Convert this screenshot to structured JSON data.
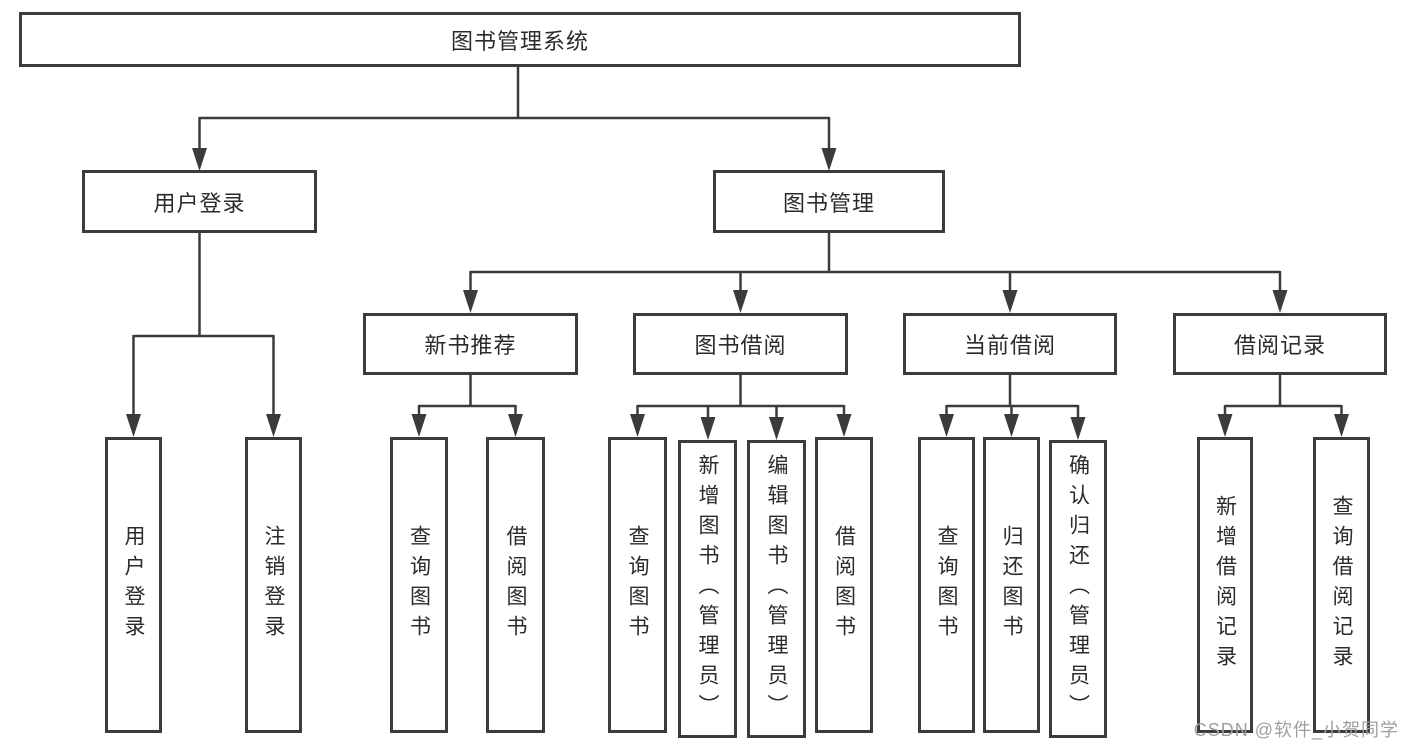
{
  "colors": {
    "line": "#3b3b3b",
    "text": "#2b2b2b",
    "watermark": "#9e9e9e",
    "background": "#ffffff"
  },
  "diagram": {
    "root": {
      "label": "图书管理系统"
    },
    "level2": {
      "user_login_group": {
        "label": "用户登录"
      },
      "book_management": {
        "label": "图书管理"
      }
    },
    "level3": {
      "new_book_recommend": {
        "label": "新书推荐"
      },
      "book_borrowing": {
        "label": "图书借阅"
      },
      "current_borrowing": {
        "label": "当前借阅"
      },
      "borrowing_records": {
        "label": "借阅记录"
      }
    },
    "leaves": {
      "user_login": {
        "label": "用户登录"
      },
      "logout_login": {
        "label": "注销登录"
      },
      "recommend_query_books": {
        "label": "查询图书"
      },
      "recommend_borrow_books": {
        "label": "借阅图书"
      },
      "borrowing_query_books": {
        "label": "查询图书"
      },
      "borrowing_add_books": {
        "label": "新增图书（管理员）"
      },
      "borrowing_edit_books": {
        "label": "编辑图书（管理员）"
      },
      "borrowing_borrow_books": {
        "label": "借阅图书"
      },
      "current_query_books": {
        "label": "查询图书"
      },
      "current_return_books": {
        "label": "归还图书"
      },
      "current_confirm_return": {
        "label": "确认归还（管理员）"
      },
      "records_add_record": {
        "label": "新增借阅记录"
      },
      "records_query_record": {
        "label": "查询借阅记录"
      }
    }
  },
  "watermark": {
    "text": "CSDN @软件_小贺同学"
  }
}
